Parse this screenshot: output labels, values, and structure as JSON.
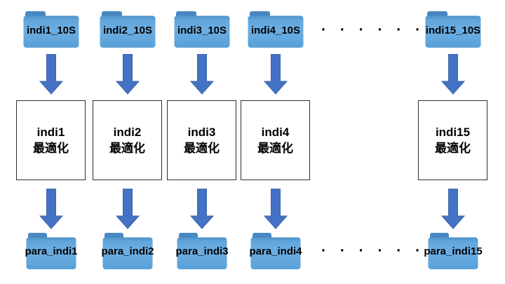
{
  "diagram": {
    "background": "#ffffff",
    "colors": {
      "folder_body": "#62A7DD",
      "folder_tab": "#4788C0",
      "arrow_fill": "#4472C4",
      "arrow_stroke": "#3A65AE",
      "box_border": "#2e2e2e",
      "label_text": "#000000"
    },
    "ellipsis": {
      "top": "· · · · · · ·",
      "bottom": "· · · · · · ·"
    },
    "columns": [
      {
        "top_folder_label": "indi1_10S",
        "box_label_line1": "indi1",
        "box_label_line2": "最適化",
        "bottom_folder_label": "para_indi1"
      },
      {
        "top_folder_label": "indi2_10S",
        "box_label_line1": "indi2",
        "box_label_line2": "最適化",
        "bottom_folder_label": "para_indi2"
      },
      {
        "top_folder_label": "indi3_10S",
        "box_label_line1": "indi3",
        "box_label_line2": "最適化",
        "bottom_folder_label": "para_indi3"
      },
      {
        "top_folder_label": "indi4_10S",
        "box_label_line1": "indi4",
        "box_label_line2": "最適化",
        "bottom_folder_label": "para_indi4"
      },
      {
        "top_folder_label": "indi15_10S",
        "box_label_line1": "indi15",
        "box_label_line2": "最適化",
        "bottom_folder_label": "para_indi15"
      }
    ]
  }
}
